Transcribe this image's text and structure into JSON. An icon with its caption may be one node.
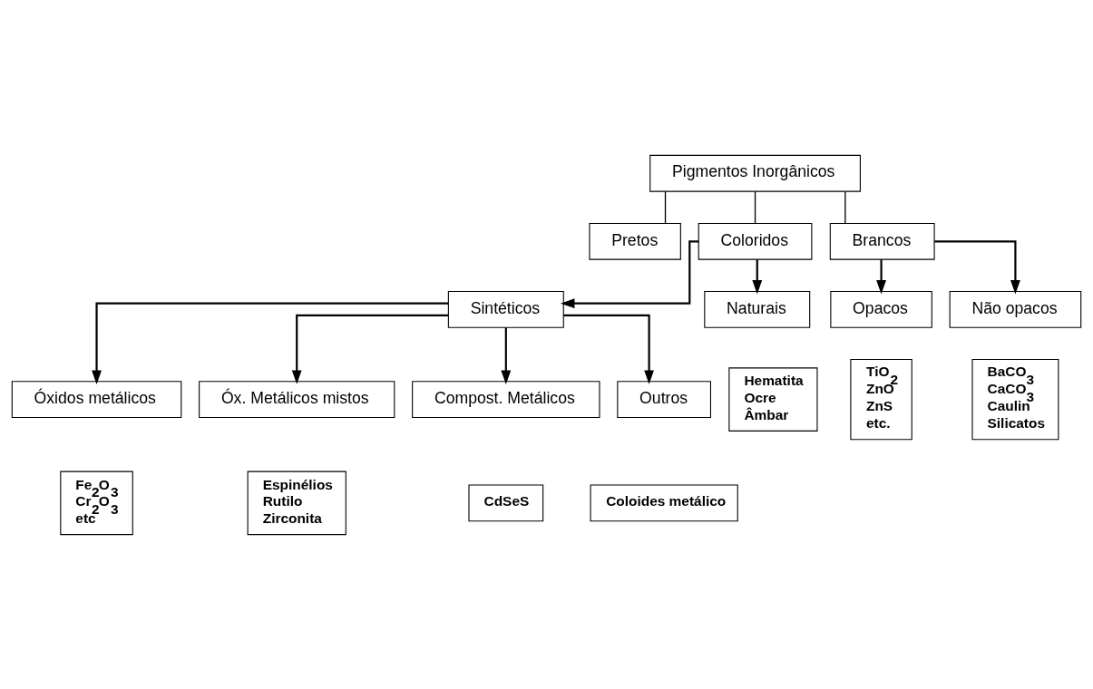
{
  "diagram": {
    "nodes": [
      {
        "text": [
          "Pigmentos Inorgânicos"
        ]
      },
      {
        "text": [
          "Pretos"
        ]
      },
      {
        "text": [
          "Coloridos"
        ]
      },
      {
        "text": [
          "Brancos"
        ]
      },
      {
        "text": [
          "Sintéticos"
        ]
      },
      {
        "text": [
          "Naturais"
        ]
      },
      {
        "text": [
          "Hematita",
          "Ocre",
          "Âmbar"
        ]
      },
      {
        "text": [
          "Opacos"
        ]
      },
      {
        "text": [
          "TiO$_{2}$",
          "ZnO",
          "ZnS",
          "etc."
        ]
      },
      {
        "text": [
          "Não opacos"
        ]
      },
      {
        "text": [
          "BaCO$_{3}$",
          "CaCO$_{3}$",
          "Caulin",
          "Silicatos"
        ]
      },
      {
        "text": [
          "Óxidos metálicos"
        ]
      },
      {
        "text": [
          "Óx. Metálicos mistos"
        ]
      },
      {
        "text": [
          "Compost. Metálicos"
        ]
      },
      {
        "text": [
          "Outros"
        ]
      },
      {
        "text": [
          "Fe$_{2}$O$_{3}$",
          "Cr$_{2}$O$_{3}$",
          "etc"
        ]
      },
      {
        "text": [
          "Espinélios",
          "Rutilo",
          "Zirconita"
        ]
      },
      {
        "text": [
          "CdSeS"
        ]
      },
      {
        "text": [
          "Coloides metálico"
        ]
      }
    ],
    "edges": [
      {
        "from": 0,
        "to": 1,
        "arrow": "none"
      },
      {
        "from": 0,
        "to": 2,
        "arrow": "none"
      },
      {
        "from": 0,
        "to": 3,
        "arrow": "none"
      },
      {
        "from": 2,
        "to": 4,
        "arrow": "to"
      },
      {
        "from": 2,
        "to": 5,
        "arrow": "to"
      },
      {
        "from": 3,
        "to": 7,
        "arrow": "to"
      },
      {
        "from": 3,
        "to": 9,
        "arrow": "to"
      },
      {
        "from": 4,
        "to": 11,
        "arrow": "to"
      },
      {
        "from": 4,
        "to": 12,
        "arrow": "to"
      },
      {
        "from": 4,
        "to": 13,
        "arrow": "to"
      },
      {
        "from": 4,
        "to": 14,
        "arrow": "to"
      }
    ]
  }
}
